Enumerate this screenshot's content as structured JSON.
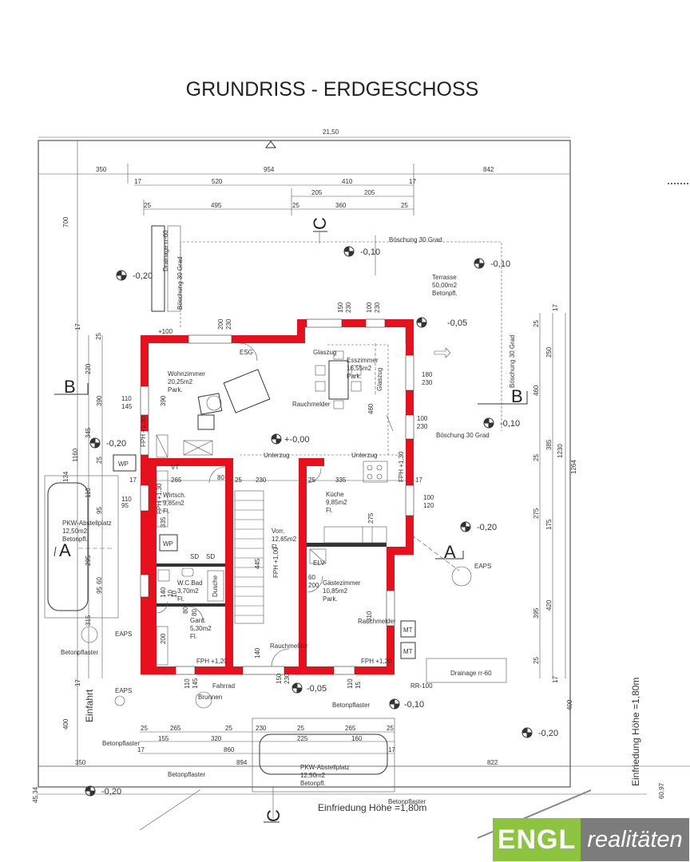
{
  "title": "GRUNDRISS - ERDGESCHOSS",
  "logo": {
    "left": "ENGL",
    "right": "realitäten"
  },
  "colors": {
    "wall": "#e8101c",
    "logo_green": "#8cc43f",
    "logo_gray": "#7c7c7c",
    "line": "#333333"
  },
  "overall_width": "21,50",
  "dims_top_row1": [
    "350",
    "954",
    "842"
  ],
  "dims_top_row2": [
    "17",
    "520",
    "410",
    "17"
  ],
  "dims_top_row3": [
    "205",
    "205"
  ],
  "dims_top_row4": [
    "25",
    "495",
    "25",
    "360",
    "25"
  ],
  "dims_bottom_row1": [
    "25",
    "265",
    "25",
    "230",
    "25",
    "265",
    "25"
  ],
  "dims_bottom_row2": [
    "155",
    "320",
    "225",
    "160"
  ],
  "dims_bottom_row3": [
    "17",
    "860",
    "17"
  ],
  "dims_bottom_row4": [
    "350",
    "894",
    "822"
  ],
  "dims_left": [
    "700",
    "17",
    "25",
    "220",
    "390",
    "345",
    "1160",
    "25",
    "110",
    "134",
    "95",
    "295",
    "60",
    "95",
    "315",
    "17",
    "400",
    "45,34"
  ],
  "dims_right": [
    "17",
    "25",
    "250",
    "460",
    "385",
    "1230",
    "1264",
    "25",
    "275",
    "175",
    "395",
    "420",
    "25",
    "17",
    "400",
    "60,97"
  ],
  "dims_inner": [
    "150",
    "230",
    "100",
    "230",
    "200",
    "230",
    "110",
    "145",
    "390",
    "180",
    "230",
    "100",
    "230",
    "460",
    "265",
    "80",
    "25",
    "230",
    "25",
    "335",
    "110",
    "95",
    "335",
    "100",
    "120",
    "275",
    "445",
    "60",
    "200",
    "140",
    "10",
    "80",
    "200",
    "140",
    "150",
    "230",
    "110",
    "145",
    "10",
    "80",
    "310",
    "17",
    "17",
    "110",
    "15"
  ],
  "rooms": {
    "wohnzimmer": {
      "name": "Wohnzimmer",
      "area": "20,25m2",
      "floor": "Park."
    },
    "esszimmer": {
      "name": "Esszimmer",
      "area": "16,55m2",
      "floor": "Park."
    },
    "terrasse": {
      "name": "Terrasse",
      "area": "50,00m2",
      "floor": "Betonpfl."
    },
    "wirtsch": {
      "name": "Wirtsch.",
      "area": "9,85m2",
      "floor": "Fl."
    },
    "kueche": {
      "name": "Küche",
      "area": "9,85m2",
      "floor": "Fl."
    },
    "vorr": {
      "name": "Vorr.",
      "area": "12,65m2",
      "floor": "Fl."
    },
    "wc_bad": {
      "name": "W.C.Bad",
      "area": "3,70m2",
      "floor": "Fl."
    },
    "gaestezimmer": {
      "name": "Gästezimmer",
      "area": "10,85m2",
      "floor": "Park."
    },
    "gard": {
      "name": "Gard.",
      "area": "5,30m2",
      "floor": "Fl."
    },
    "pkw_left": {
      "name": "PKW-Abstellplatz",
      "area": "12,50m2",
      "floor": "Betonpfl."
    },
    "pkw_bottom": {
      "name": "PKW-Abstellplatz",
      "area": "12,50m2",
      "floor": "Betonpfl."
    }
  },
  "levels": [
    "-0,10",
    "-0,10",
    "-0,20",
    "-0,05",
    "-0,10",
    "+-0,00",
    "-0,20",
    "-0,20",
    "-0,05",
    "-0,10",
    "-0,20",
    "-0,20"
  ],
  "section_marks": [
    "B",
    "B",
    "A",
    "A",
    "C",
    "C"
  ],
  "labels": {
    "boeschung_top": "Böschung 30 Grad",
    "boeschung_right": "Böschung 30 Grad",
    "boeschung_bottom": "Böschung 30 Grad",
    "boeschung_left": "Böschung 30 Grad",
    "drainage_left": "Drainage rr-60",
    "drainage_right": "Drainage rr-60",
    "rr": "RR-100",
    "einfriedung_bottom": "Einfriedung Höhe =1,80m",
    "einfriedung_right": "Einfriedung Höhe =1,80m",
    "einfahrt": "Einfahrt",
    "betonpflaster": [
      "Betonpflaster",
      "Betonpflaster",
      "Betonpflaster",
      "Betonpflaster",
      "Betonpflaster"
    ],
    "fahrrad": "Fahrrad",
    "brunnen": "Brunnen",
    "wp": [
      "WP",
      "WP"
    ],
    "mt": [
      "MT",
      "MT"
    ],
    "eaps": [
      "EAPS",
      "EAPS",
      "EAPS"
    ],
    "rauchmelder": [
      "Rauchmelder",
      "Rauchmelder",
      "Rauchmelder"
    ],
    "fph": [
      "FPH +1,30",
      "FPH +1,20",
      "FPH +1,30",
      "FPH +1,00",
      "FPH +1,20",
      "FPH +1,30"
    ],
    "dusche": "Dusche",
    "esg": "ESG",
    "glaszug": [
      "Glaszug",
      "Glaszug"
    ],
    "unterzug": [
      "Unterzug",
      "Unterzug"
    ],
    "vt": "VT",
    "sd": [
      "SD",
      "SD"
    ],
    "elv": "ELV",
    "dim_small": [
      "+100"
    ]
  }
}
